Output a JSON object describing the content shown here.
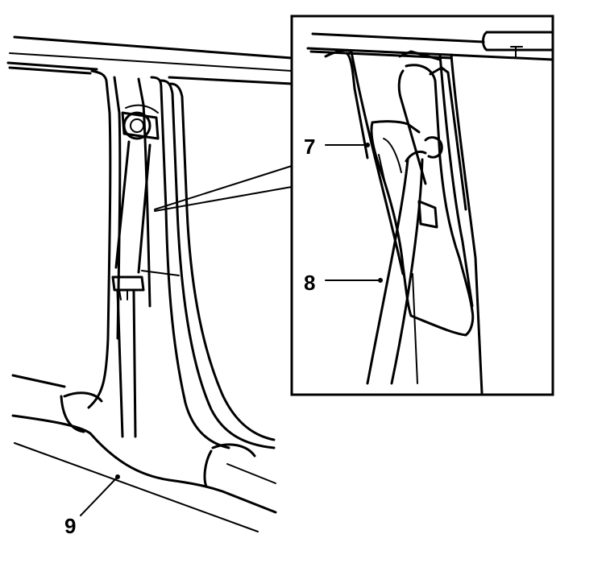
{
  "callouts": {
    "c7": "7",
    "c8": "8",
    "c9": "9"
  }
}
